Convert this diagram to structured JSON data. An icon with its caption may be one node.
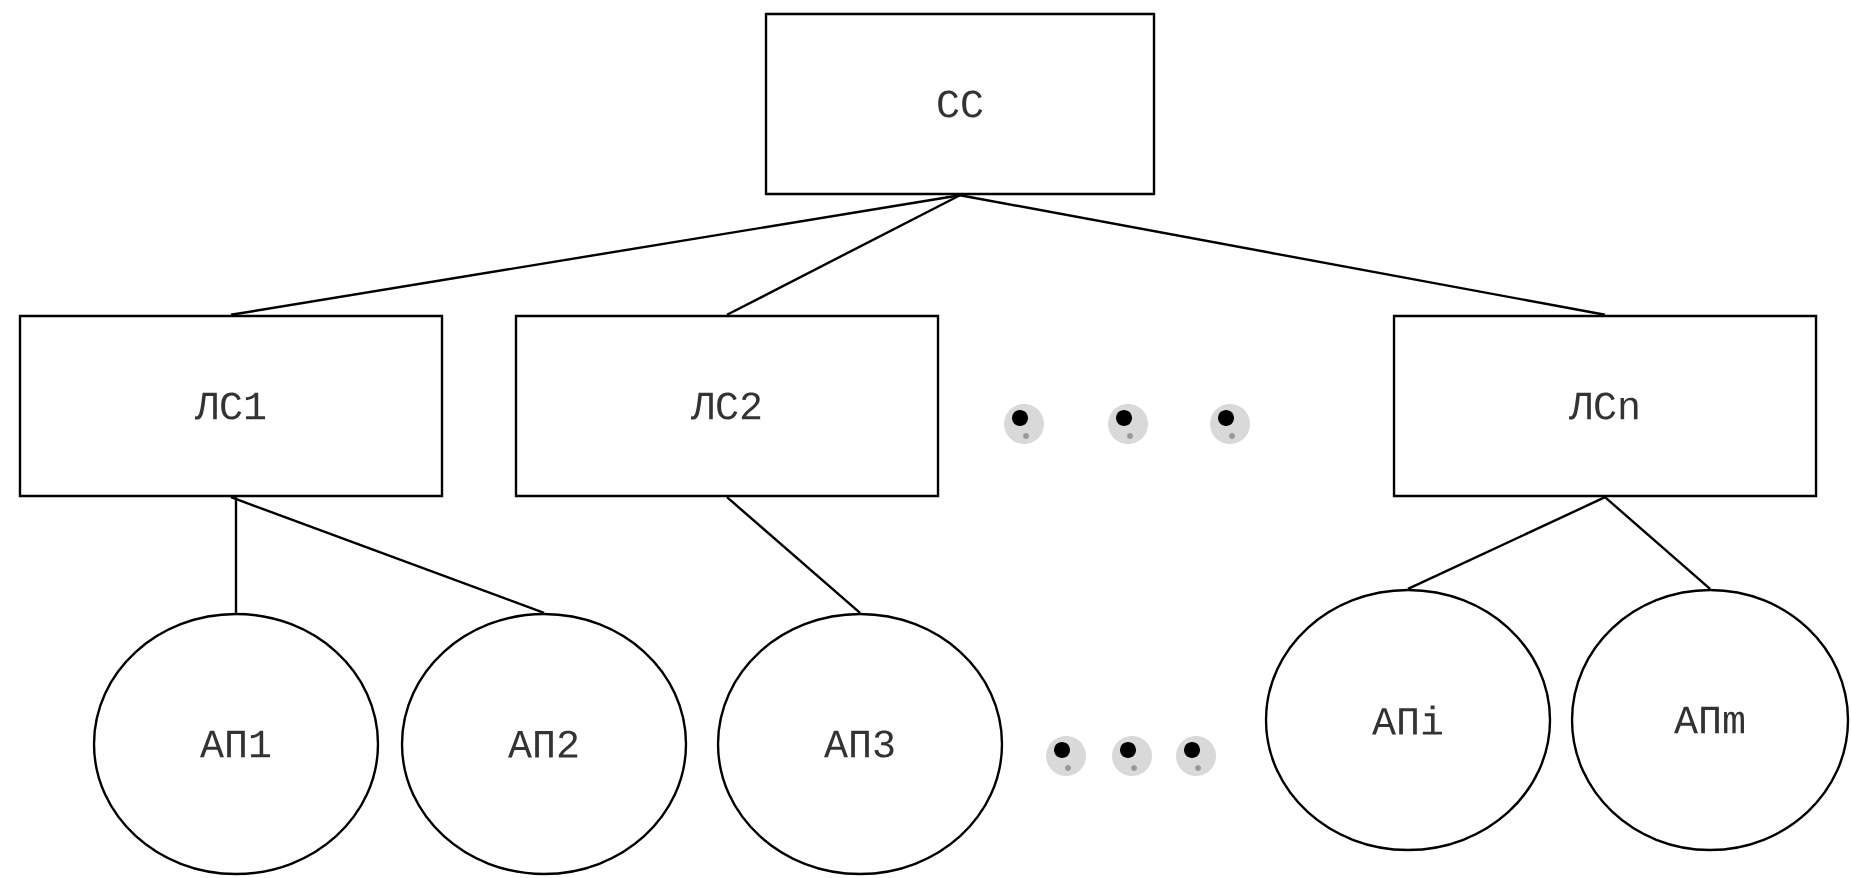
{
  "diagram": {
    "nodes": [
      {
        "text": [
          "СС"
        ]
      },
      {
        "text": [
          "ЛС1"
        ]
      },
      {
        "text": [
          "ЛС2"
        ]
      },
      {
        "text": [
          "ЛСn"
        ]
      },
      {
        "text": [
          "АП1"
        ]
      },
      {
        "text": [
          "АП2"
        ]
      },
      {
        "text": [
          "АП3"
        ]
      },
      {
        "text": [
          "АПi"
        ]
      },
      {
        "text": [
          "АПm"
        ]
      }
    ],
    "edges": [
      {
        "from": 0,
        "to": 1,
        "arrow": "none"
      },
      {
        "from": 0,
        "to": 2,
        "arrow": "none"
      },
      {
        "from": 0,
        "to": 3,
        "arrow": "none"
      },
      {
        "from": 1,
        "to": 4,
        "arrow": "none"
      },
      {
        "from": 1,
        "to": 5,
        "arrow": "none"
      },
      {
        "from": 2,
        "to": 6,
        "arrow": "none"
      },
      {
        "from": 3,
        "to": 7,
        "arrow": "none"
      },
      {
        "from": 3,
        "to": 8,
        "arrow": "none"
      }
    ]
  }
}
